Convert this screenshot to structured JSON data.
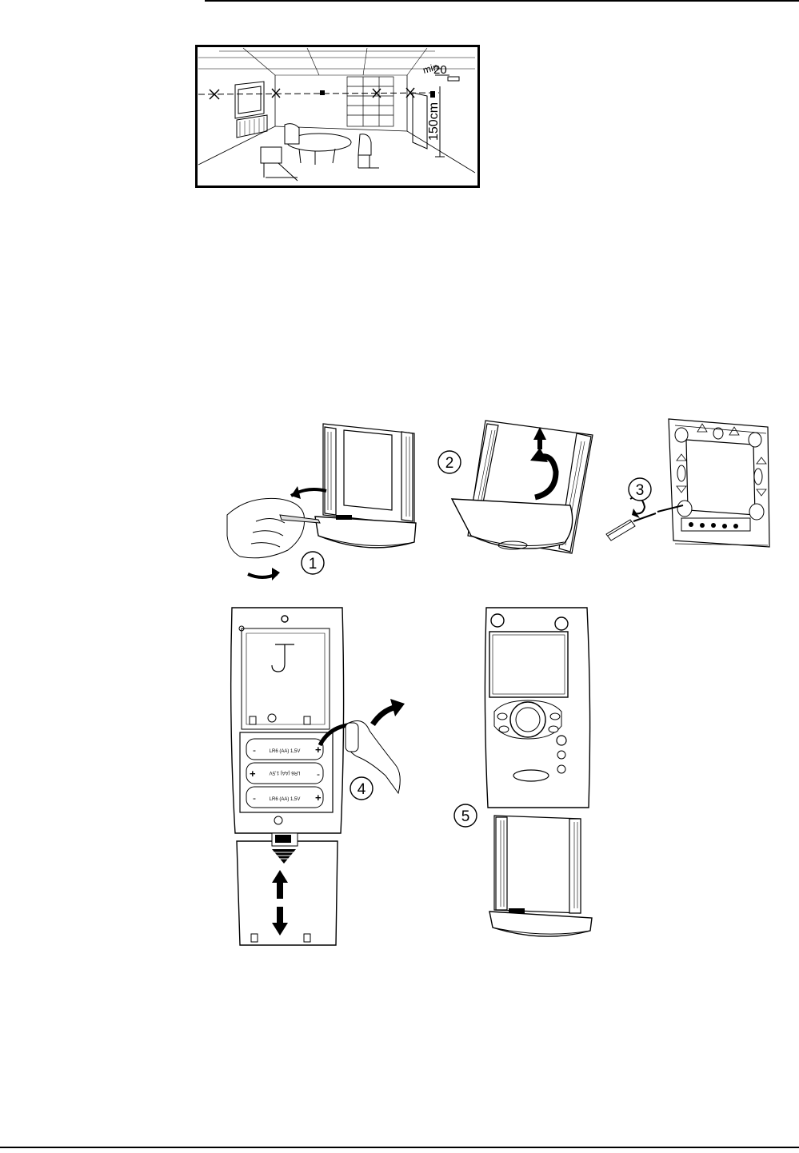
{
  "room_figure": {
    "min_label": "min.",
    "min_value": "20",
    "height_label": "150cm"
  },
  "steps": {
    "step1": "1",
    "step2": "2",
    "step3": "3",
    "step4": "4",
    "step5": "5"
  },
  "batteries": {
    "battery_label": "LR6 (AA) 1,5V",
    "plus": "+",
    "minus": "-"
  }
}
